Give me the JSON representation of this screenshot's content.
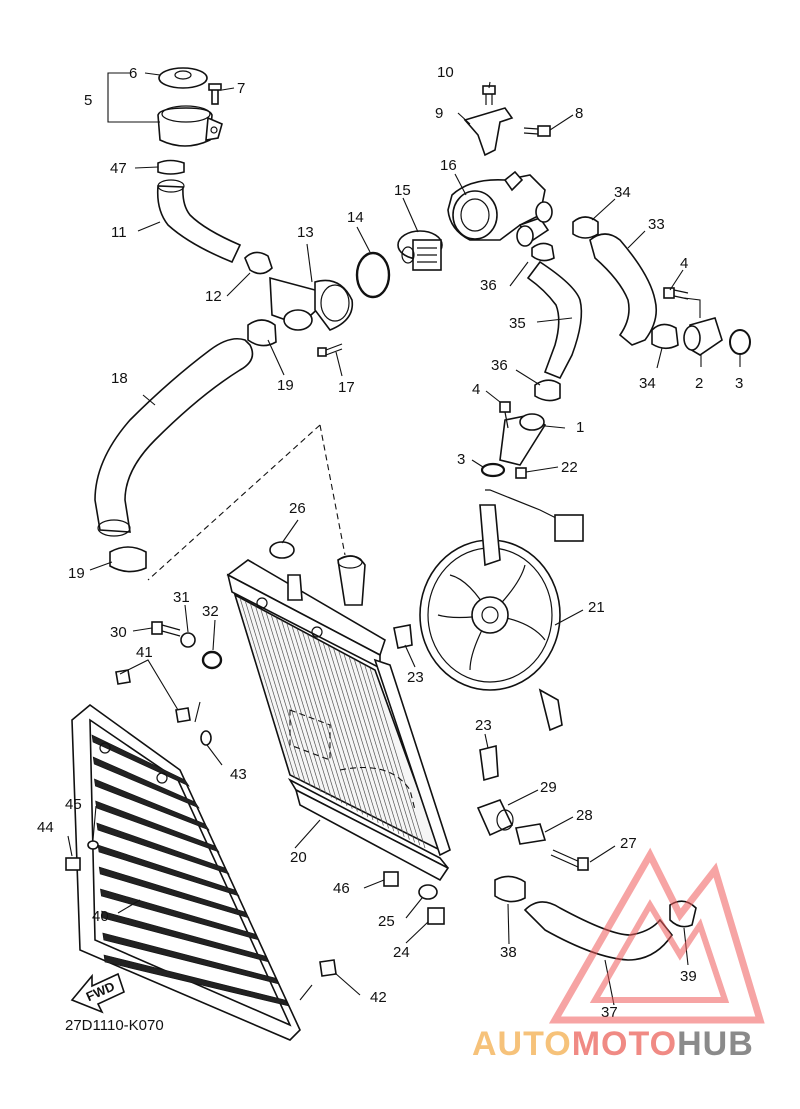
{
  "diagram": {
    "code": "27D1110-K070",
    "fwd_label": "FWD",
    "callouts": [
      {
        "id": "c1",
        "label": "1"
      },
      {
        "id": "c2",
        "label": "2"
      },
      {
        "id": "c3a",
        "label": "3"
      },
      {
        "id": "c3b",
        "label": "3"
      },
      {
        "id": "c4a",
        "label": "4"
      },
      {
        "id": "c4b",
        "label": "4"
      },
      {
        "id": "c5",
        "label": "5"
      },
      {
        "id": "c6",
        "label": "6"
      },
      {
        "id": "c7",
        "label": "7"
      },
      {
        "id": "c8",
        "label": "8"
      },
      {
        "id": "c9",
        "label": "9"
      },
      {
        "id": "c10",
        "label": "10"
      },
      {
        "id": "c11",
        "label": "11"
      },
      {
        "id": "c12",
        "label": "12"
      },
      {
        "id": "c13",
        "label": "13"
      },
      {
        "id": "c14",
        "label": "14"
      },
      {
        "id": "c15",
        "label": "15"
      },
      {
        "id": "c16",
        "label": "16"
      },
      {
        "id": "c17",
        "label": "17"
      },
      {
        "id": "c18",
        "label": "18"
      },
      {
        "id": "c19a",
        "label": "19"
      },
      {
        "id": "c19b",
        "label": "19"
      },
      {
        "id": "c20",
        "label": "20"
      },
      {
        "id": "c21",
        "label": "21"
      },
      {
        "id": "c22",
        "label": "22"
      },
      {
        "id": "c23a",
        "label": "23"
      },
      {
        "id": "c23b",
        "label": "23"
      },
      {
        "id": "c24",
        "label": "24"
      },
      {
        "id": "c25",
        "label": "25"
      },
      {
        "id": "c26",
        "label": "26"
      },
      {
        "id": "c27",
        "label": "27"
      },
      {
        "id": "c28",
        "label": "28"
      },
      {
        "id": "c29",
        "label": "29"
      },
      {
        "id": "c30",
        "label": "30"
      },
      {
        "id": "c31",
        "label": "31"
      },
      {
        "id": "c32",
        "label": "32"
      },
      {
        "id": "c33",
        "label": "33"
      },
      {
        "id": "c34a",
        "label": "34"
      },
      {
        "id": "c34b",
        "label": "34"
      },
      {
        "id": "c35",
        "label": "35"
      },
      {
        "id": "c36a",
        "label": "36"
      },
      {
        "id": "c36b",
        "label": "36"
      },
      {
        "id": "c37",
        "label": "37"
      },
      {
        "id": "c38",
        "label": "38"
      },
      {
        "id": "c39",
        "label": "39"
      },
      {
        "id": "c40",
        "label": "40"
      },
      {
        "id": "c41",
        "label": "41"
      },
      {
        "id": "c42",
        "label": "42"
      },
      {
        "id": "c43",
        "label": "43"
      },
      {
        "id": "c44",
        "label": "44"
      },
      {
        "id": "c45",
        "label": "45"
      },
      {
        "id": "c46",
        "label": "46"
      },
      {
        "id": "c47",
        "label": "47"
      }
    ]
  },
  "watermark": {
    "text_auto": "AUTO",
    "text_moto": "MOTO",
    "text_hub": "HUB",
    "color_auto": "#f6c27a",
    "color_moto": "#f08a84",
    "color_hub": "#8a8a8a",
    "logo_color": "#f05a5a"
  }
}
